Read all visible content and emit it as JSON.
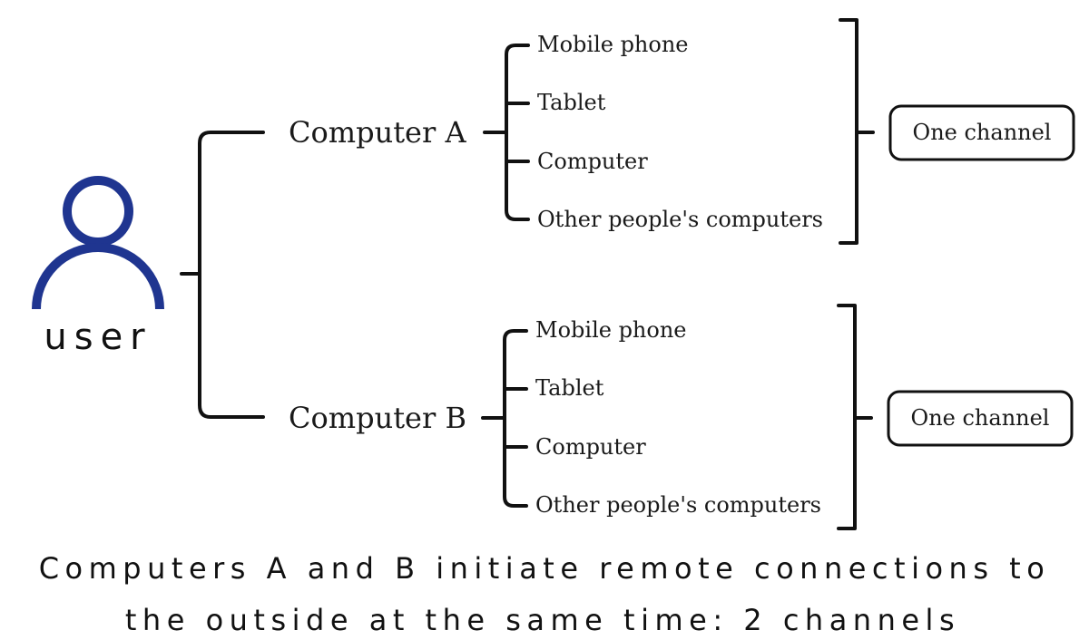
{
  "user": {
    "label": "user",
    "icon": "user-icon",
    "icon_color": "#1f3590"
  },
  "computers": [
    {
      "label": "Computer A",
      "devices": [
        "Mobile phone",
        "Tablet",
        "Computer",
        "Other people's computers"
      ],
      "channel_label": "One channel"
    },
    {
      "label": "Computer B",
      "devices": [
        "Mobile phone",
        "Tablet",
        "Computer",
        "Other people's computers"
      ],
      "channel_label": "One channel"
    }
  ],
  "caption": {
    "line1": "Computers A and B initiate remote connections to",
    "line2": "the outside at the same time: 2 channels"
  }
}
